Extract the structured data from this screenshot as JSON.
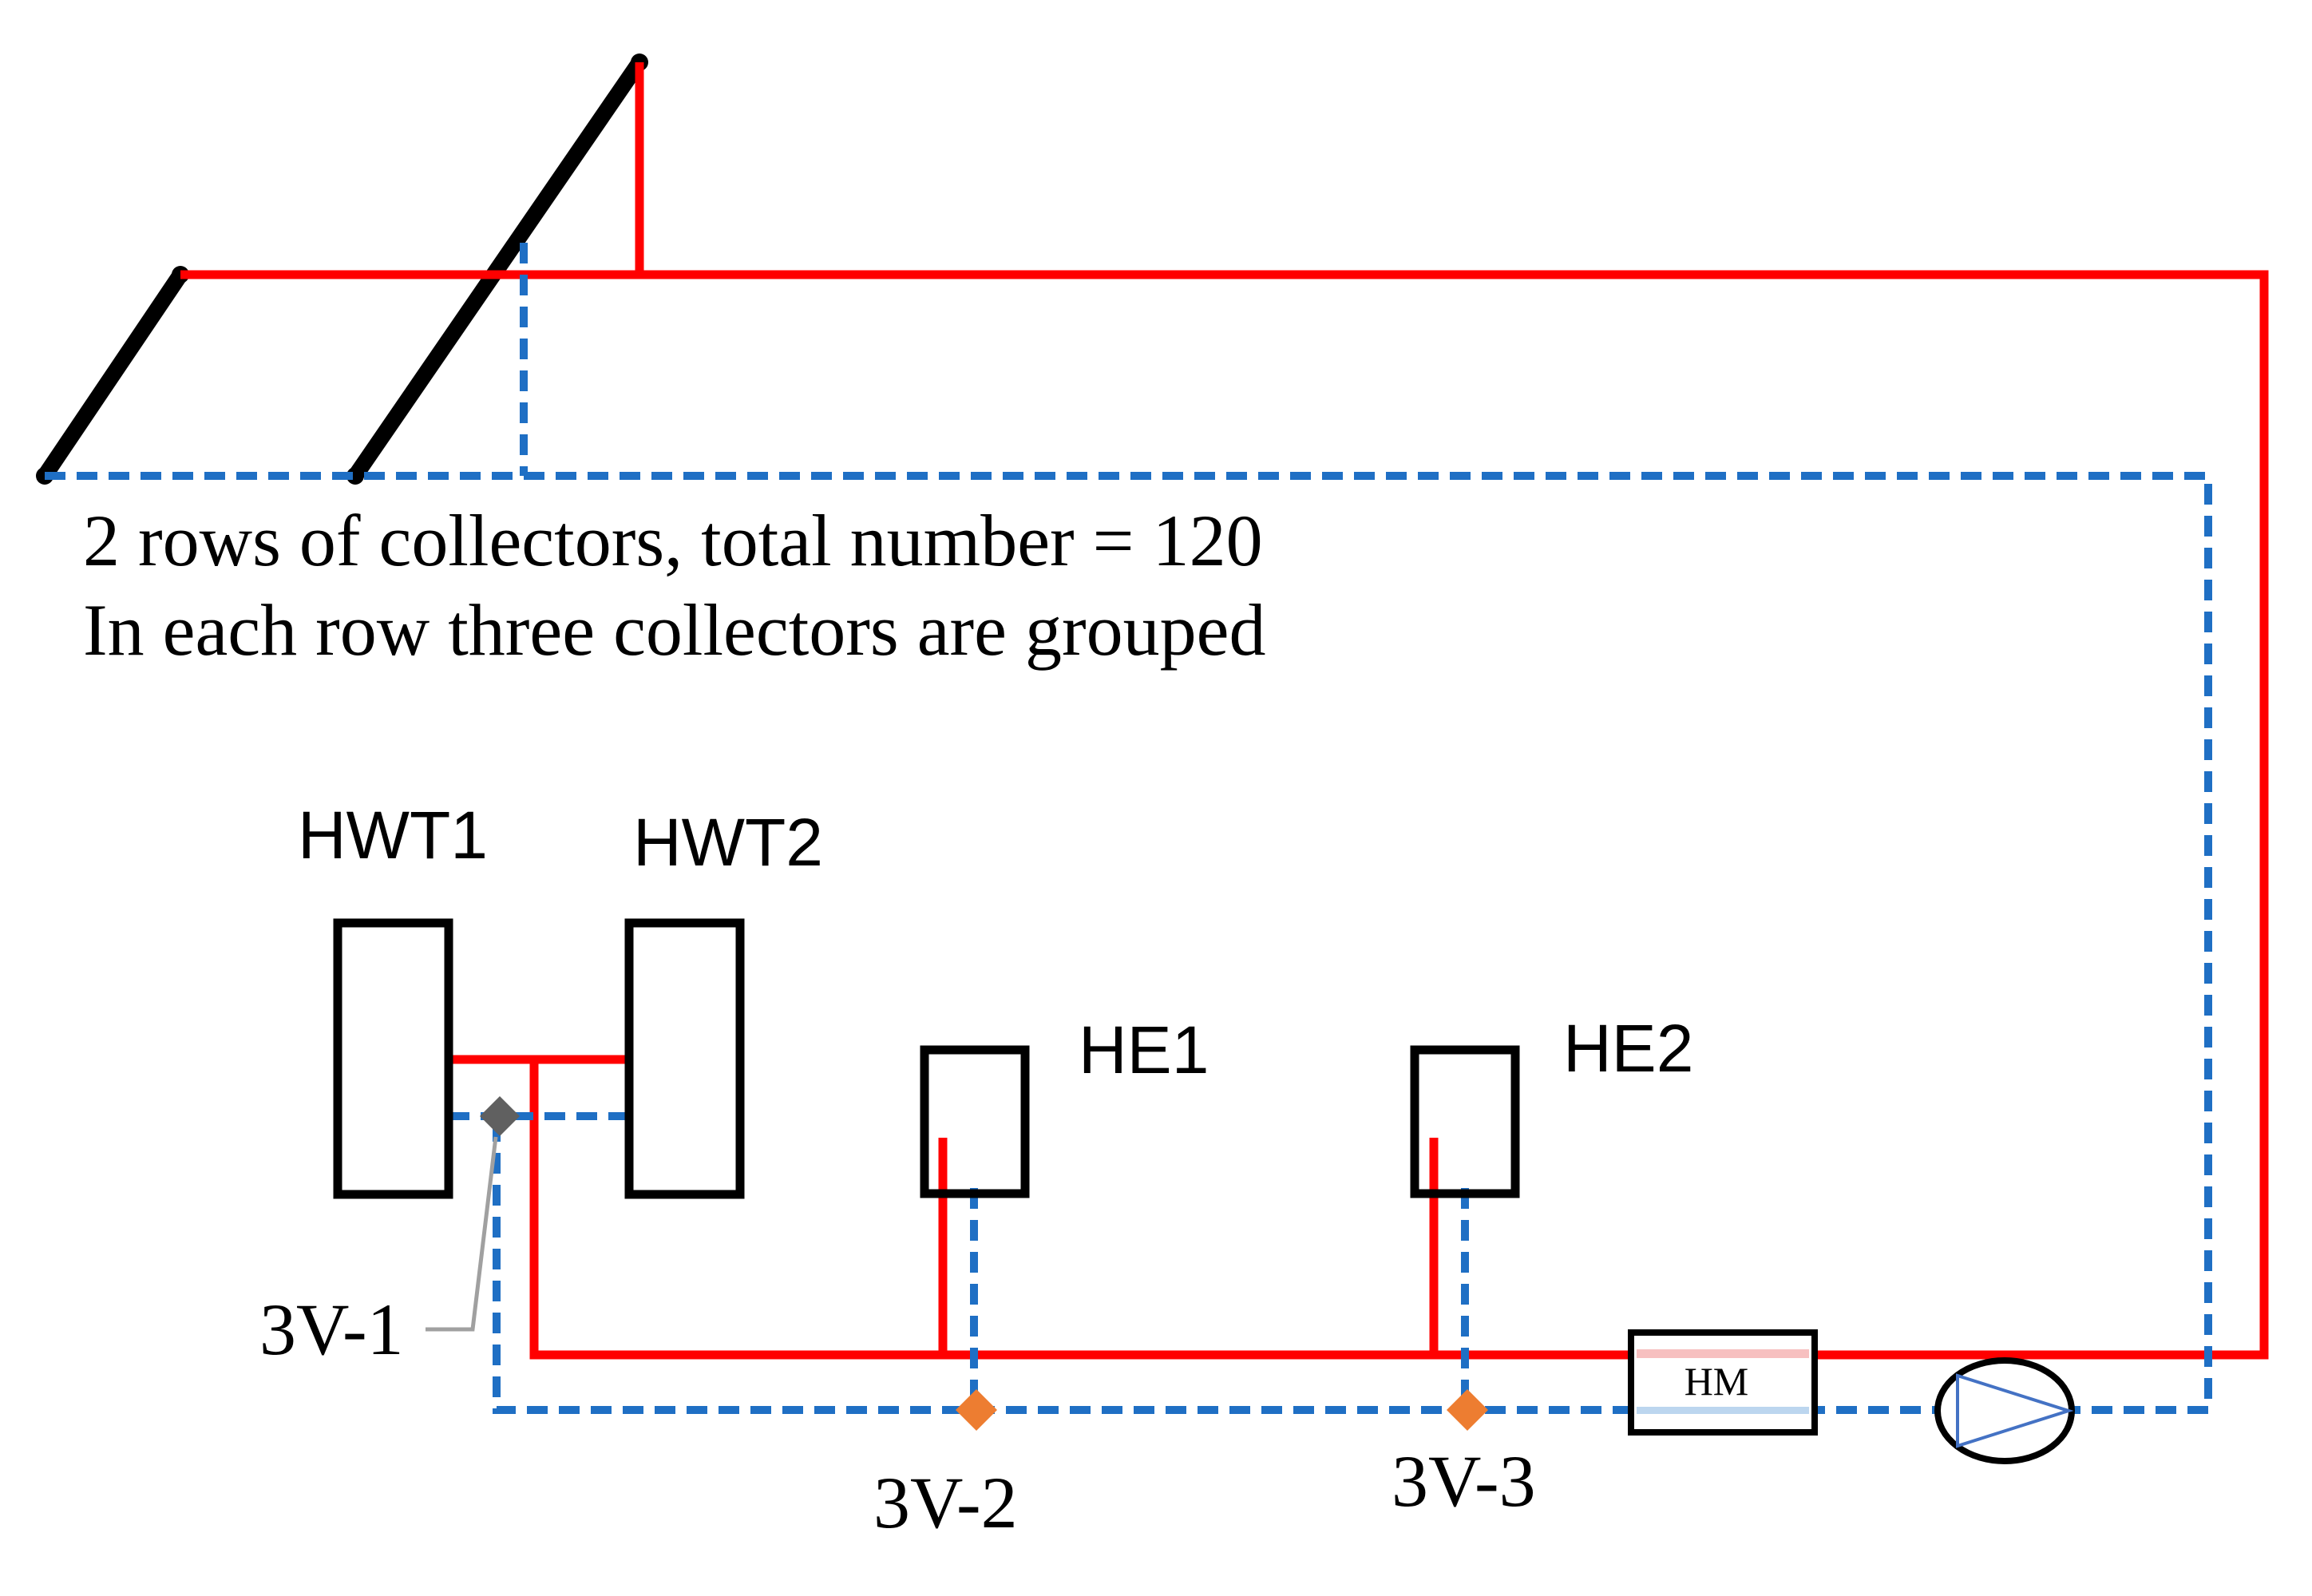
{
  "note": {
    "line1": "2 rows of collectors, total number = 120",
    "line2": "In each row three collectors are grouped"
  },
  "components": {
    "hwt1": "HWT1",
    "hwt2": "HWT2",
    "he1": "HE1",
    "he2": "HE2",
    "hm": "HM"
  },
  "valves": {
    "v1": "3V-1",
    "v2": "3V-2",
    "v3": "3V-3"
  },
  "colors": {
    "supply_line": "#ff0000",
    "return_line": "#1f6fc4",
    "valve_primary": "#ed7d31",
    "valve_secondary": "#606060",
    "equipment_outline": "#000000",
    "pump_arrow": "#4472c4"
  },
  "line_styles": {
    "supply": "solid",
    "return": "dashed"
  },
  "icons": {
    "collector": "collector-row-icon",
    "pump": "pump-icon",
    "valve": "three-way-valve-icon"
  }
}
